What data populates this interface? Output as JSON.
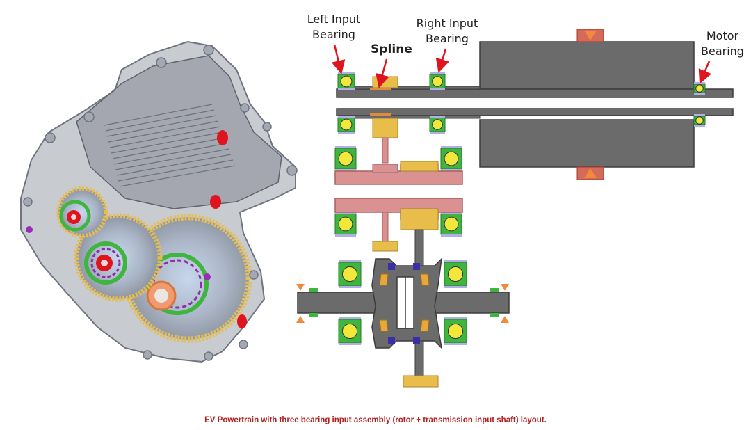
{
  "labels": {
    "left_input_bearing": [
      "Left Input",
      "Bearing"
    ],
    "spline": "Spline",
    "right_input_bearing": [
      "Right Input",
      "Bearing"
    ],
    "motor_bearing": [
      "Motor",
      "Bearing"
    ]
  },
  "caption": "EV Powertrain with three bearing input assembly (rotor + transmission input shaft) layout.",
  "colors": {
    "caption": "#b21f1f",
    "arrow": "#e0141e",
    "shaft": "#6b6b6b",
    "shaft_dark": "#3c3c3c",
    "gear_teeth": "#e8bd4a",
    "gear_body": "#d99191",
    "bearing_green": "#3fb53f",
    "bearing_ball": "#f2e83c",
    "bearing_lavender": "#b3aee6",
    "sensor_orange": "#f08a3c",
    "housing": "#8d9199"
  }
}
